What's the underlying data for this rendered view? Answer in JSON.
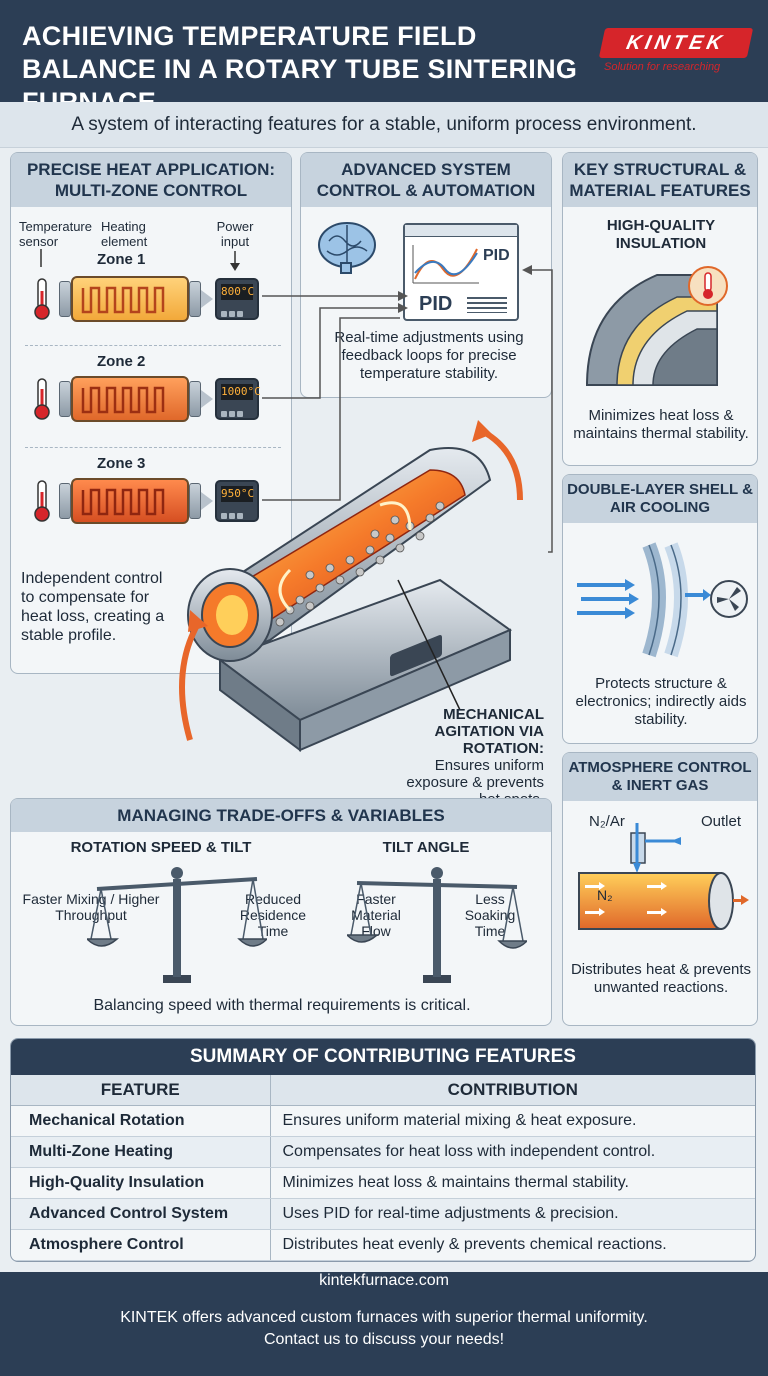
{
  "header": {
    "title": "ACHIEVING TEMPERATURE FIELD BALANCE IN A ROTARY TUBE SINTERING FURNACE",
    "logo_text": "KINTEK",
    "logo_tagline": "Solution for researching"
  },
  "subtitle": "A system of interacting features for a stable, uniform process environment.",
  "multizone": {
    "title": "PRECISE HEAT APPLICATION: MULTI-ZONE CONTROL",
    "label_sensor": "Temperature sensor",
    "label_heating": "Heating element",
    "label_power": "Power input",
    "zones": [
      {
        "name": "Zone 1",
        "reading": "800°C"
      },
      {
        "name": "Zone 2",
        "reading": "1000°C"
      },
      {
        "name": "Zone 3",
        "reading": "950°C"
      }
    ],
    "description": "Independent control to compensate for heat loss, creating a stable profile."
  },
  "control": {
    "title": "ADVANCED SYSTEM CONTROL & AUTOMATION",
    "pid_label_1": "PID",
    "pid_label_2": "PID",
    "description": "Real-time adjustments using feedback loops for precise temperature stability."
  },
  "structure": {
    "title": "KEY STRUCTURAL & MATERIAL FEATURES",
    "insulation_title": "HIGH-QUALITY INSULATION",
    "insulation_text": "Minimizes heat loss & maintains thermal stability.",
    "shell_title": "DOUBLE-LAYER SHELL & AIR COOLING",
    "shell_text": "Protects structure & electronics; indirectly aids stability.",
    "atmos_title": "ATMOSPHERE CONTROL & INERT GAS",
    "atmos_inlet": "N₂/Ar",
    "atmos_outlet": "Outlet",
    "atmos_inside": "N₂",
    "atmos_text": "Distributes heat & prevents unwanted reactions."
  },
  "rotation": {
    "bold": "MECHANICAL AGITATION VIA ROTATION:",
    "text": "Ensures uniform exposure & prevents hot spots."
  },
  "tradeoffs": {
    "title": "MANAGING TRADE-OFFS & VARIABLES",
    "left_title": "ROTATION SPEED & TILT",
    "left_a": "Faster Mixing / Higher Throughput",
    "left_b": "Reduced Residence Time",
    "right_title": "TILT ANGLE",
    "right_a": "Faster Material Flow",
    "right_b": "Less Soaking Time",
    "footer": "Balancing speed with thermal requirements is critical."
  },
  "summary": {
    "title": "SUMMARY OF CONTRIBUTING FEATURES",
    "col_feature": "FEATURE",
    "col_contribution": "CONTRIBUTION",
    "rows": [
      {
        "feature": "Mechanical Rotation",
        "contribution": "Ensures uniform material mixing & heat exposure."
      },
      {
        "feature": "Multi-Zone Heating",
        "contribution": "Compensates for heat loss with independent control."
      },
      {
        "feature": "High-Quality Insulation",
        "contribution": "Minimizes heat loss & maintains thermal stability."
      },
      {
        "feature": "Advanced Control System",
        "contribution": "Uses PID for real-time adjustments & precision."
      },
      {
        "feature": "Atmosphere Control",
        "contribution": "Distributes heat evenly & prevents chemical reactions."
      }
    ]
  },
  "footer": {
    "title": "READY TO OPTIMIZE YOUR SINTERING PROCESS?",
    "line1": "KINTEK offers advanced custom furnaces with superior thermal uniformity.",
    "line2": "Contact us to discuss your needs!",
    "url": "kintekfurnace.com"
  }
}
